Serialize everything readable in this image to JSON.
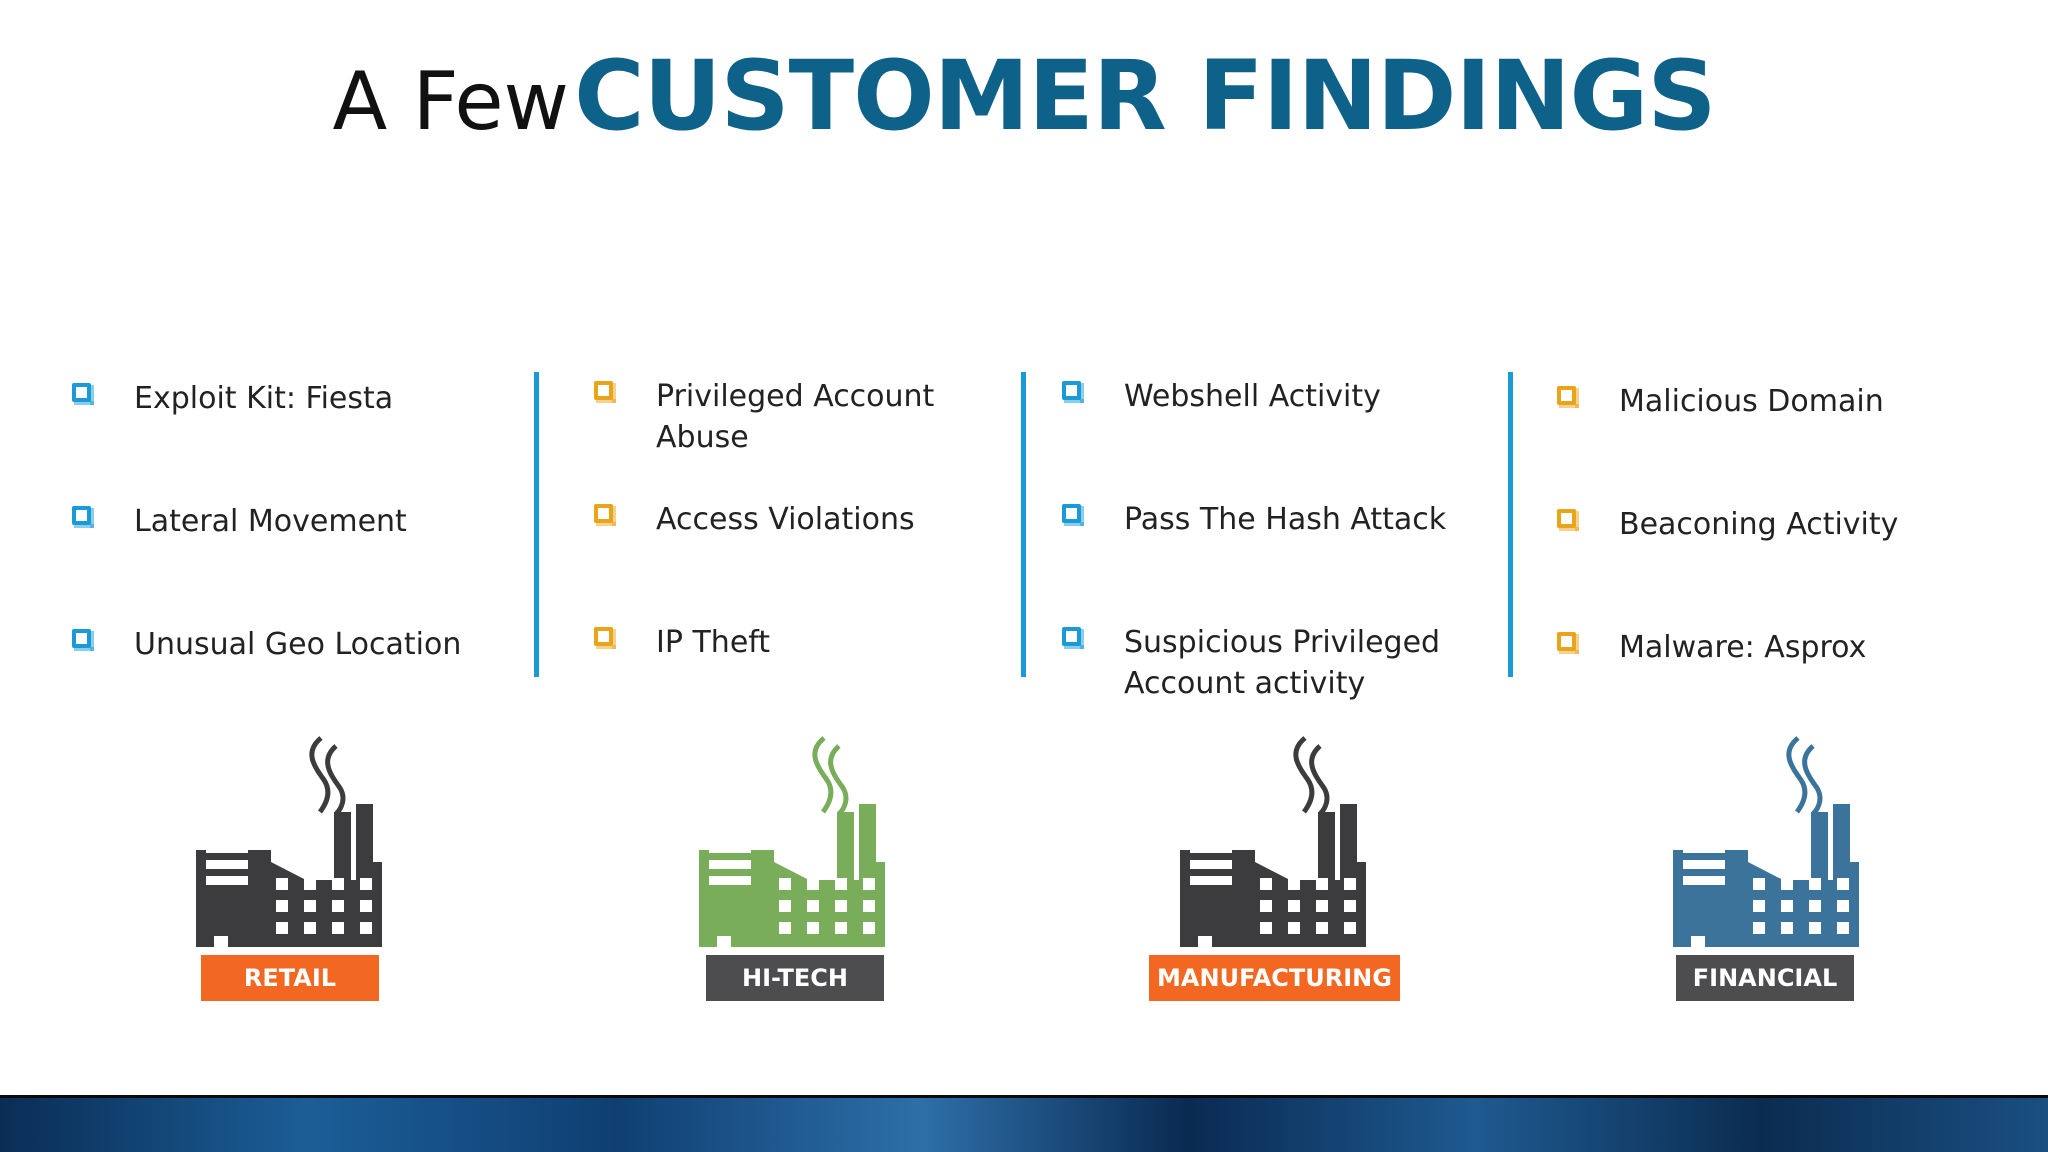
{
  "title": {
    "prefix": "A Few",
    "accent": "CUSTOMER FINDINGS"
  },
  "colors": {
    "title_accent": "#0e6189",
    "bullet_blue": "#1a9bd7",
    "bullet_orange": "#e9a41a",
    "divider": "#1a9bd7",
    "factory_dark": "#3c3c3e",
    "factory_green": "#7aad5a",
    "factory_blue": "#3c739a",
    "label_orange": "#f26722",
    "label_gray": "#4d4d4f"
  },
  "columns": [
    {
      "bullet_color": "blue",
      "items": [
        "Exploit Kit: Fiesta",
        "Lateral Movement",
        "Unusual Geo Location"
      ],
      "sector": {
        "label": "RETAIL",
        "label_color": "orange",
        "factory_color": "dark",
        "icon": "factory-icon"
      }
    },
    {
      "bullet_color": "orange",
      "items": [
        "Privileged Account Abuse",
        "Access Violations",
        "IP Theft"
      ],
      "sector": {
        "label": "HI-TECH",
        "label_color": "gray",
        "factory_color": "green",
        "icon": "factory-icon"
      }
    },
    {
      "bullet_color": "blue",
      "items": [
        "Webshell Activity",
        "Pass The Hash Attack",
        "Suspicious Privileged Account activity"
      ],
      "sector": {
        "label": "MANUFACTURING",
        "label_color": "orange",
        "factory_color": "dark",
        "icon": "factory-icon"
      }
    },
    {
      "bullet_color": "orange",
      "items": [
        "Malicious Domain",
        "Beaconing Activity",
        "Malware: Asprox"
      ],
      "sector": {
        "label": "FINANCIAL",
        "label_color": "gray",
        "factory_color": "blue",
        "icon": "factory-icon"
      }
    }
  ]
}
